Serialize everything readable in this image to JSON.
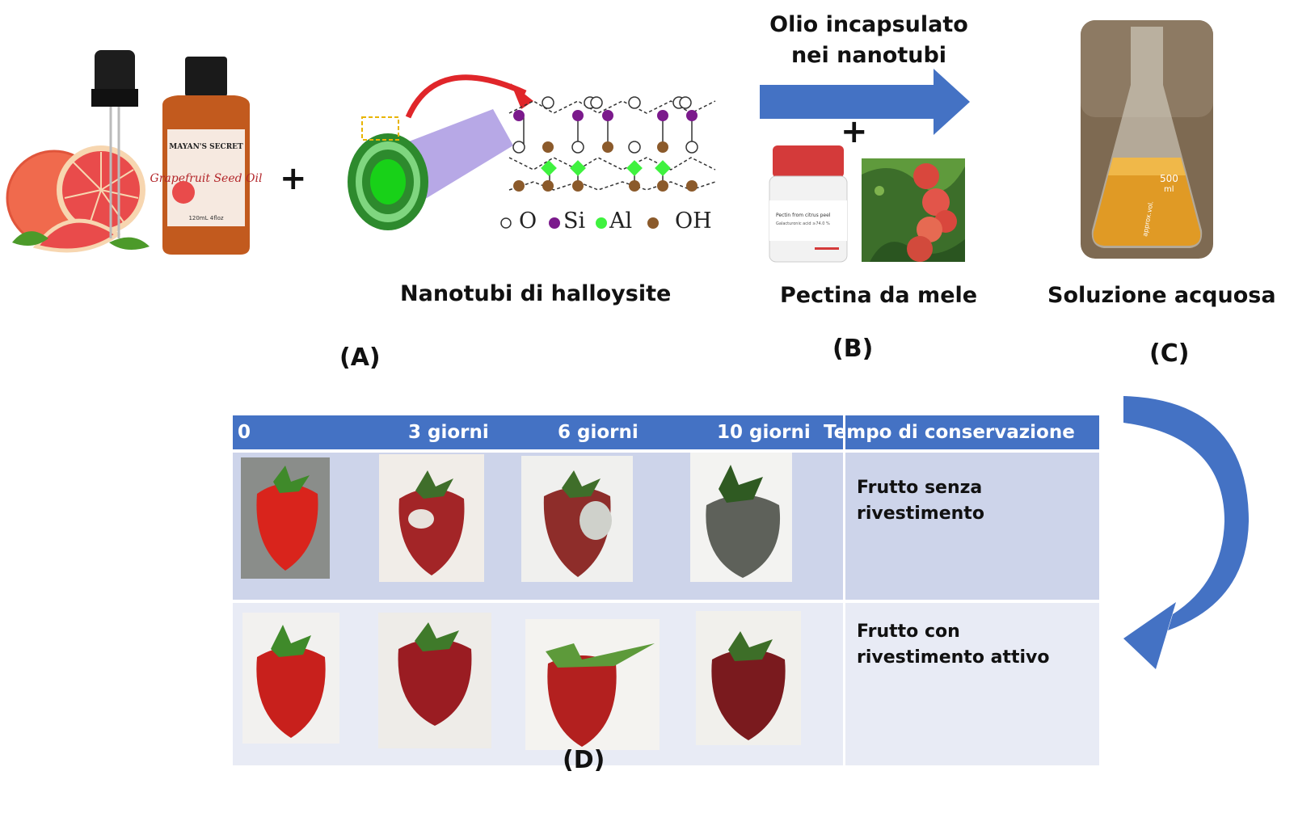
{
  "top_labels": {
    "halloysite": "Nanotubi di halloysite",
    "encapsulated": "Olio incapsulato  nei nanotubi",
    "pectin": "Pectina da mele",
    "solution": "Soluzione acquosa"
  },
  "panel_labels": {
    "a": "(A)",
    "b": "(B)",
    "c": "(C)",
    "d": "(D)"
  },
  "plus_sign": "+",
  "legend": {
    "o": "O",
    "si": "Si",
    "al": "Al",
    "oh": "OH"
  },
  "bottle_label": {
    "brand": "MAYAN'S SECRET",
    "product": "Grapefruit Seed Oil",
    "volume": "120mL 4floz"
  },
  "jar_label": {
    "line1": "Pectin from citrus peel",
    "line2": "Galacturonic acid ≥74.0 %"
  },
  "flask_marks": {
    "capacity": "500",
    "unit": "ml",
    "approx": "approx.vol."
  },
  "table": {
    "headers": [
      "0",
      "3 giorni",
      "6 giorni",
      "10 giorni",
      "Tempo di conservazione"
    ],
    "rows": [
      {
        "label": "Frutto senza rivestimento"
      },
      {
        "label": "Frutto con rivestimento attivo"
      }
    ]
  },
  "colors": {
    "header_blue": "#4472c4",
    "row1": "#cdd4ea",
    "row2": "#e8ebf5",
    "arrow_blue": "#4472c4",
    "si_purple": "#7b1a8c",
    "al_green": "#3ff23f",
    "oh_brown": "#8b5a2b"
  }
}
